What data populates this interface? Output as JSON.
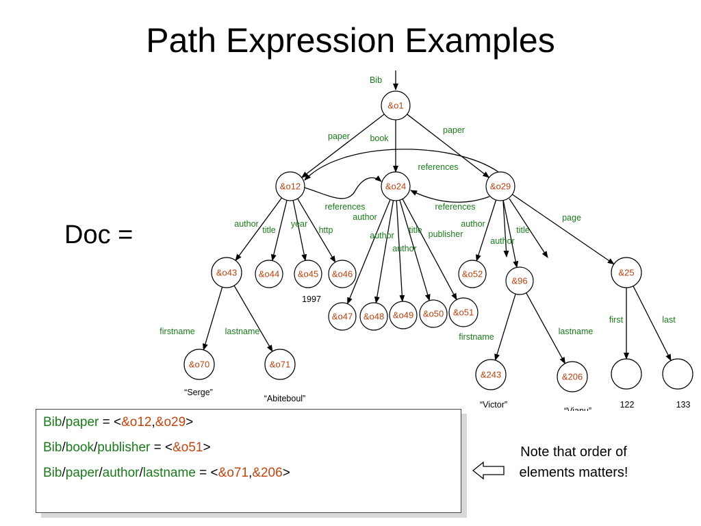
{
  "title": "Path Expression Examples",
  "doc_label": "Doc =",
  "graph": {
    "root_label": "Bib",
    "nodes": [
      {
        "id": "o1",
        "label": "&o1"
      },
      {
        "id": "o12",
        "label": "&o12"
      },
      {
        "id": "o24",
        "label": "&o24"
      },
      {
        "id": "o29",
        "label": "&o29"
      },
      {
        "id": "o43",
        "label": "&o43"
      },
      {
        "id": "o44",
        "label": "&o44"
      },
      {
        "id": "o45",
        "label": "&o45"
      },
      {
        "id": "o46",
        "label": "&o46"
      },
      {
        "id": "o47",
        "label": "&o47"
      },
      {
        "id": "o48",
        "label": "&o48"
      },
      {
        "id": "o49",
        "label": "&o49"
      },
      {
        "id": "o50",
        "label": "&o50"
      },
      {
        "id": "o51",
        "label": "&o51"
      },
      {
        "id": "o52",
        "label": "&o52"
      },
      {
        "id": "n96",
        "label": "&96"
      },
      {
        "id": "n25",
        "label": "&25"
      },
      {
        "id": "o70",
        "label": "&o70"
      },
      {
        "id": "o71",
        "label": "&o71"
      },
      {
        "id": "n243",
        "label": "&243"
      },
      {
        "id": "n206",
        "label": "&206"
      },
      {
        "id": "first",
        "label": ""
      },
      {
        "id": "last",
        "label": ""
      }
    ],
    "edge_labels": [
      "paper",
      "book",
      "paper",
      "references",
      "references",
      "references",
      "author",
      "title",
      "year",
      "http",
      "author",
      "author",
      "author",
      "title",
      "publisher",
      "author",
      "author",
      "title",
      "page",
      "firstname",
      "lastname",
      "firstname",
      "lastname",
      "first",
      "last"
    ],
    "values": {
      "o45": "1997",
      "o70": "“Serge”",
      "o71": "“Abiteboul”",
      "n243": "“Victor”",
      "n206": "“Vianu”",
      "first": "122",
      "last": "133"
    }
  },
  "expressions": [
    {
      "parts": [
        [
          "Bib",
          "g"
        ],
        [
          "/",
          "k"
        ],
        [
          "paper",
          "g"
        ],
        [
          " = <",
          "k"
        ],
        [
          "&o12",
          "o"
        ],
        [
          ",",
          "k"
        ],
        [
          "&o29",
          "o"
        ],
        [
          ">",
          "k"
        ]
      ]
    },
    {
      "parts": [
        [
          "Bib",
          "g"
        ],
        [
          "/",
          "k"
        ],
        [
          "book",
          "g"
        ],
        [
          "/",
          "k"
        ],
        [
          "publisher",
          "g"
        ],
        [
          " = <",
          "k"
        ],
        [
          "&o51",
          "o"
        ],
        [
          ">",
          "k"
        ]
      ]
    },
    {
      "parts": [
        [
          "Bib",
          "g"
        ],
        [
          "/",
          "k"
        ],
        [
          "paper",
          "g"
        ],
        [
          "/",
          "k"
        ],
        [
          "author",
          "g"
        ],
        [
          "/",
          "k"
        ],
        [
          "lastname",
          "g"
        ],
        [
          " = <",
          "k"
        ],
        [
          "&o71",
          "o"
        ],
        [
          ",",
          "k"
        ],
        [
          "&206",
          "o"
        ],
        [
          ">",
          "k"
        ]
      ]
    }
  ],
  "note": {
    "line1": "Note that order of",
    "line2": "elements matters!"
  }
}
